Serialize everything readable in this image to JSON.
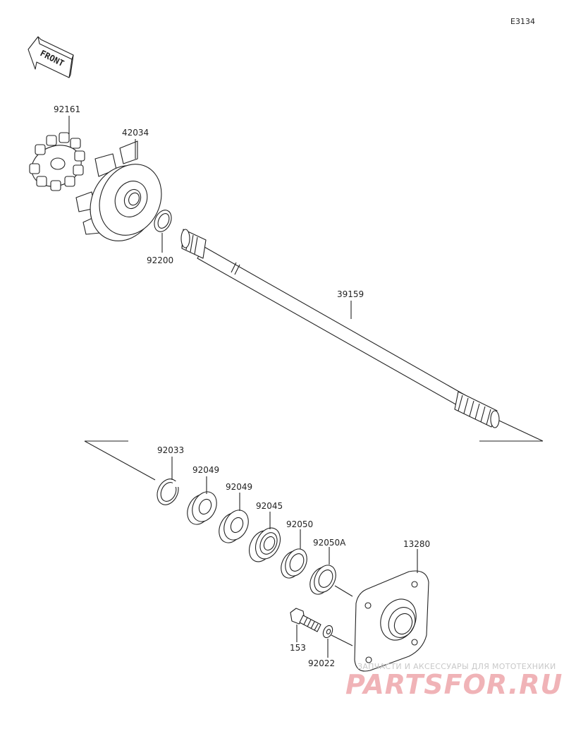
{
  "diagram_code": "E3134",
  "front_label": "FRONT",
  "parts": [
    {
      "id": "92161"
    },
    {
      "id": "42034"
    },
    {
      "id": "92200"
    },
    {
      "id": "39159"
    },
    {
      "id": "92033"
    },
    {
      "id": "92049"
    },
    {
      "id": "92049"
    },
    {
      "id": "92045"
    },
    {
      "id": "92050"
    },
    {
      "id": "92050A"
    },
    {
      "id": "13280"
    },
    {
      "id": "153"
    },
    {
      "id": "92022"
    }
  ],
  "watermark": {
    "tagline": "ЗАПЧАСТИ И АКСЕССУАРЫ ДЛЯ МОТОТЕХНИКИ",
    "logo": "PARTSFOR.RU",
    "color": "#e8707a"
  }
}
